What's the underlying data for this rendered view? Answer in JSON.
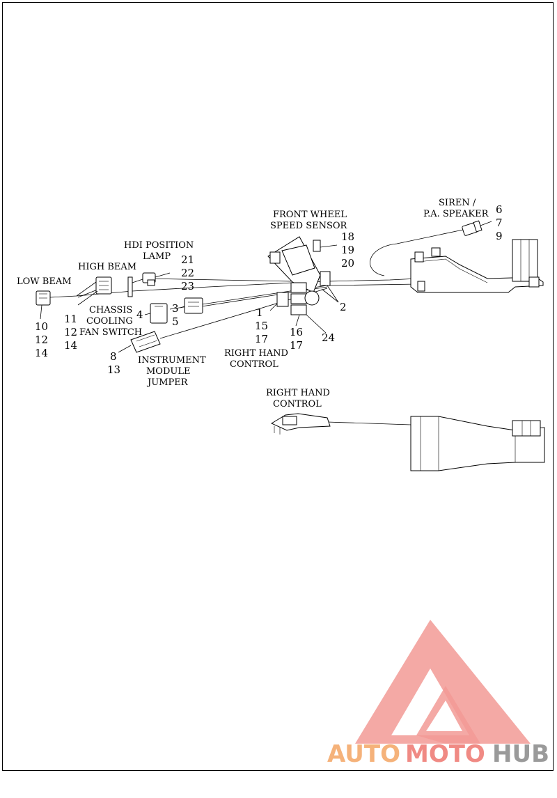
{
  "labels": {
    "low_beam": "LOW BEAM",
    "high_beam": "HIGH BEAM",
    "hdi_line1": "HDI POSITION",
    "hdi_line2": "LAMP",
    "chassis_line1": "CHASSIS",
    "chassis_line2": "COOLING",
    "chassis_line3": "FAN SWITCH",
    "instrument_line1": "INSTRUMENT",
    "instrument_line2": "MODULE",
    "instrument_line3": "JUMPER",
    "fwss_line1": "FRONT WHEEL",
    "fwss_line2": "SPEED SENSOR",
    "siren_line1": "SIREN /",
    "siren_line2": "P.A. SPEAKER",
    "rhc_line1": "RIGHT HAND",
    "rhc_line2": "CONTROL",
    "rhc2_line1": "RIGHT HAND",
    "rhc2_line2": "CONTROL"
  },
  "callouts": {
    "n10": "10",
    "n12a": "12",
    "n14a": "14",
    "n11": "11",
    "n12b": "12",
    "n14b": "14",
    "n21": "21",
    "n22": "22",
    "n23": "23",
    "n4": "4",
    "n3": "3",
    "n5": "5",
    "n8": "8",
    "n13": "13",
    "n1": "1",
    "n15": "15",
    "n17a": "17",
    "n16": "16",
    "n17b": "17",
    "n24": "24",
    "n2": "2",
    "n18": "18",
    "n19": "19",
    "n20": "20",
    "n6": "6",
    "n7": "7",
    "n9": "9"
  },
  "watermark": {
    "part1": "AUTO",
    "part2": "MOTO",
    "part3": "HUB",
    "color_orange": "#f5b27a",
    "color_red": "#f08a84",
    "color_gray": "#9a9a9a"
  }
}
